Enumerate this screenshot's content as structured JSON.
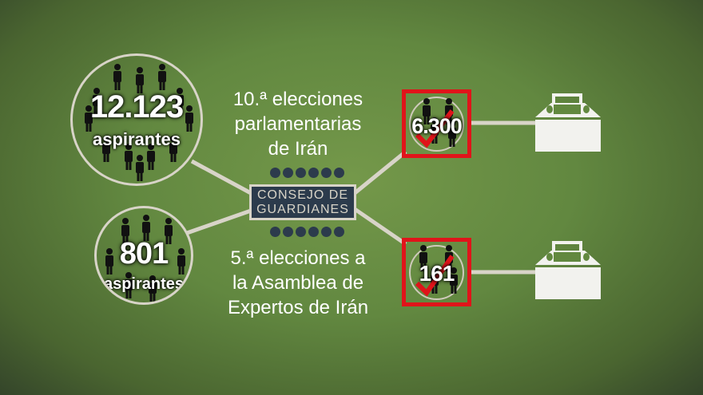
{
  "groups": [
    {
      "count": "12.123",
      "label": "aspirantes",
      "title_lines": [
        "10.ª elecciones",
        "parlamentarias",
        "de Irán"
      ],
      "approved": "6.300"
    },
    {
      "count": "801",
      "label": "aspirantes",
      "title_lines": [
        "5.ª elecciones a",
        "la Asamblea de",
        "Expertos de Irán"
      ],
      "approved": "161"
    }
  ],
  "council": {
    "line1": "CONSEJO DE",
    "line2": "GUARDIANES"
  },
  "colors": {
    "accent_red": "#e0141a",
    "council_bg": "#2c3b4c",
    "line": "#d8d4c8"
  }
}
